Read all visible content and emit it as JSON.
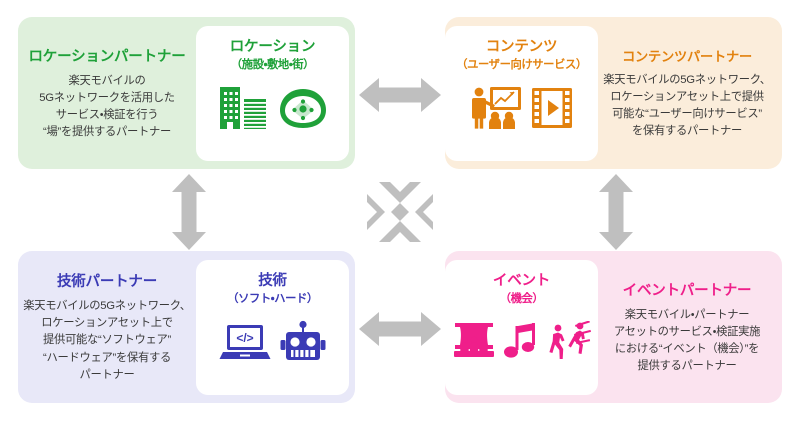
{
  "colors": {
    "location": "#1fa139",
    "content": "#e2820f",
    "technology": "#3b3bb5",
    "event": "#ef1f8a",
    "arrow": "#bfbfbf",
    "panel_location_bg": "#dff0dc",
    "panel_content_bg": "#fbeddb",
    "panel_technology_bg": "#e8e8f8",
    "panel_event_bg": "#fbe3ef",
    "card_bg": "#ffffff"
  },
  "quadrants": {
    "location": {
      "partner_title": "ロケーションパートナー",
      "partner_desc": "楽天モバイルの\n5Gネットワークを活用した\nサービス・検証を行う\n“場”を提供するパートナー",
      "card_title": "ロケーション",
      "card_subtitle": "（施設・敷地・街）",
      "icons": [
        "buildings-icon",
        "stadium-icon"
      ]
    },
    "content": {
      "partner_title": "コンテンツパートナー",
      "partner_desc": "楽天モバイルの5Gネットワーク、\nロケーションアセット上で提供\n可能な“ユーザー向けサービス”\nを保有するパートナー",
      "card_title": "コンテンツ",
      "card_subtitle": "（ユーザー向けサービス）",
      "icons": [
        "presenter-icon",
        "film-play-icon"
      ]
    },
    "technology": {
      "partner_title": "技術パートナー",
      "partner_desc": "楽天モバイルの5Gネットワーク、\nロケーションアセット上で\n提供可能な“ソフトウェア”\n“ハードウェア”を保有する\nパートナー",
      "card_title": "技術",
      "card_subtitle": "（ソフト・ハード）",
      "icons": [
        "laptop-code-icon",
        "robot-icon"
      ]
    },
    "event": {
      "partner_title": "イベントパートナー",
      "partner_desc": "楽天モバイル・パートナー\nアセットのサービス・検証実施\nにおける“イベント（機会）”を\n提供するパートナー",
      "card_title": "イベント",
      "card_subtitle": "（機会）",
      "icons": [
        "stage-audience-icon",
        "music-note-icon",
        "runners-icon"
      ]
    }
  },
  "arrows": {
    "top_horizontal": "double-arrow-horizontal-icon",
    "bottom_horizontal": "double-arrow-horizontal-icon",
    "left_vertical": "double-arrow-vertical-icon",
    "right_vertical": "double-arrow-vertical-icon",
    "center": "four-way-diagonal-arrow-icon"
  }
}
